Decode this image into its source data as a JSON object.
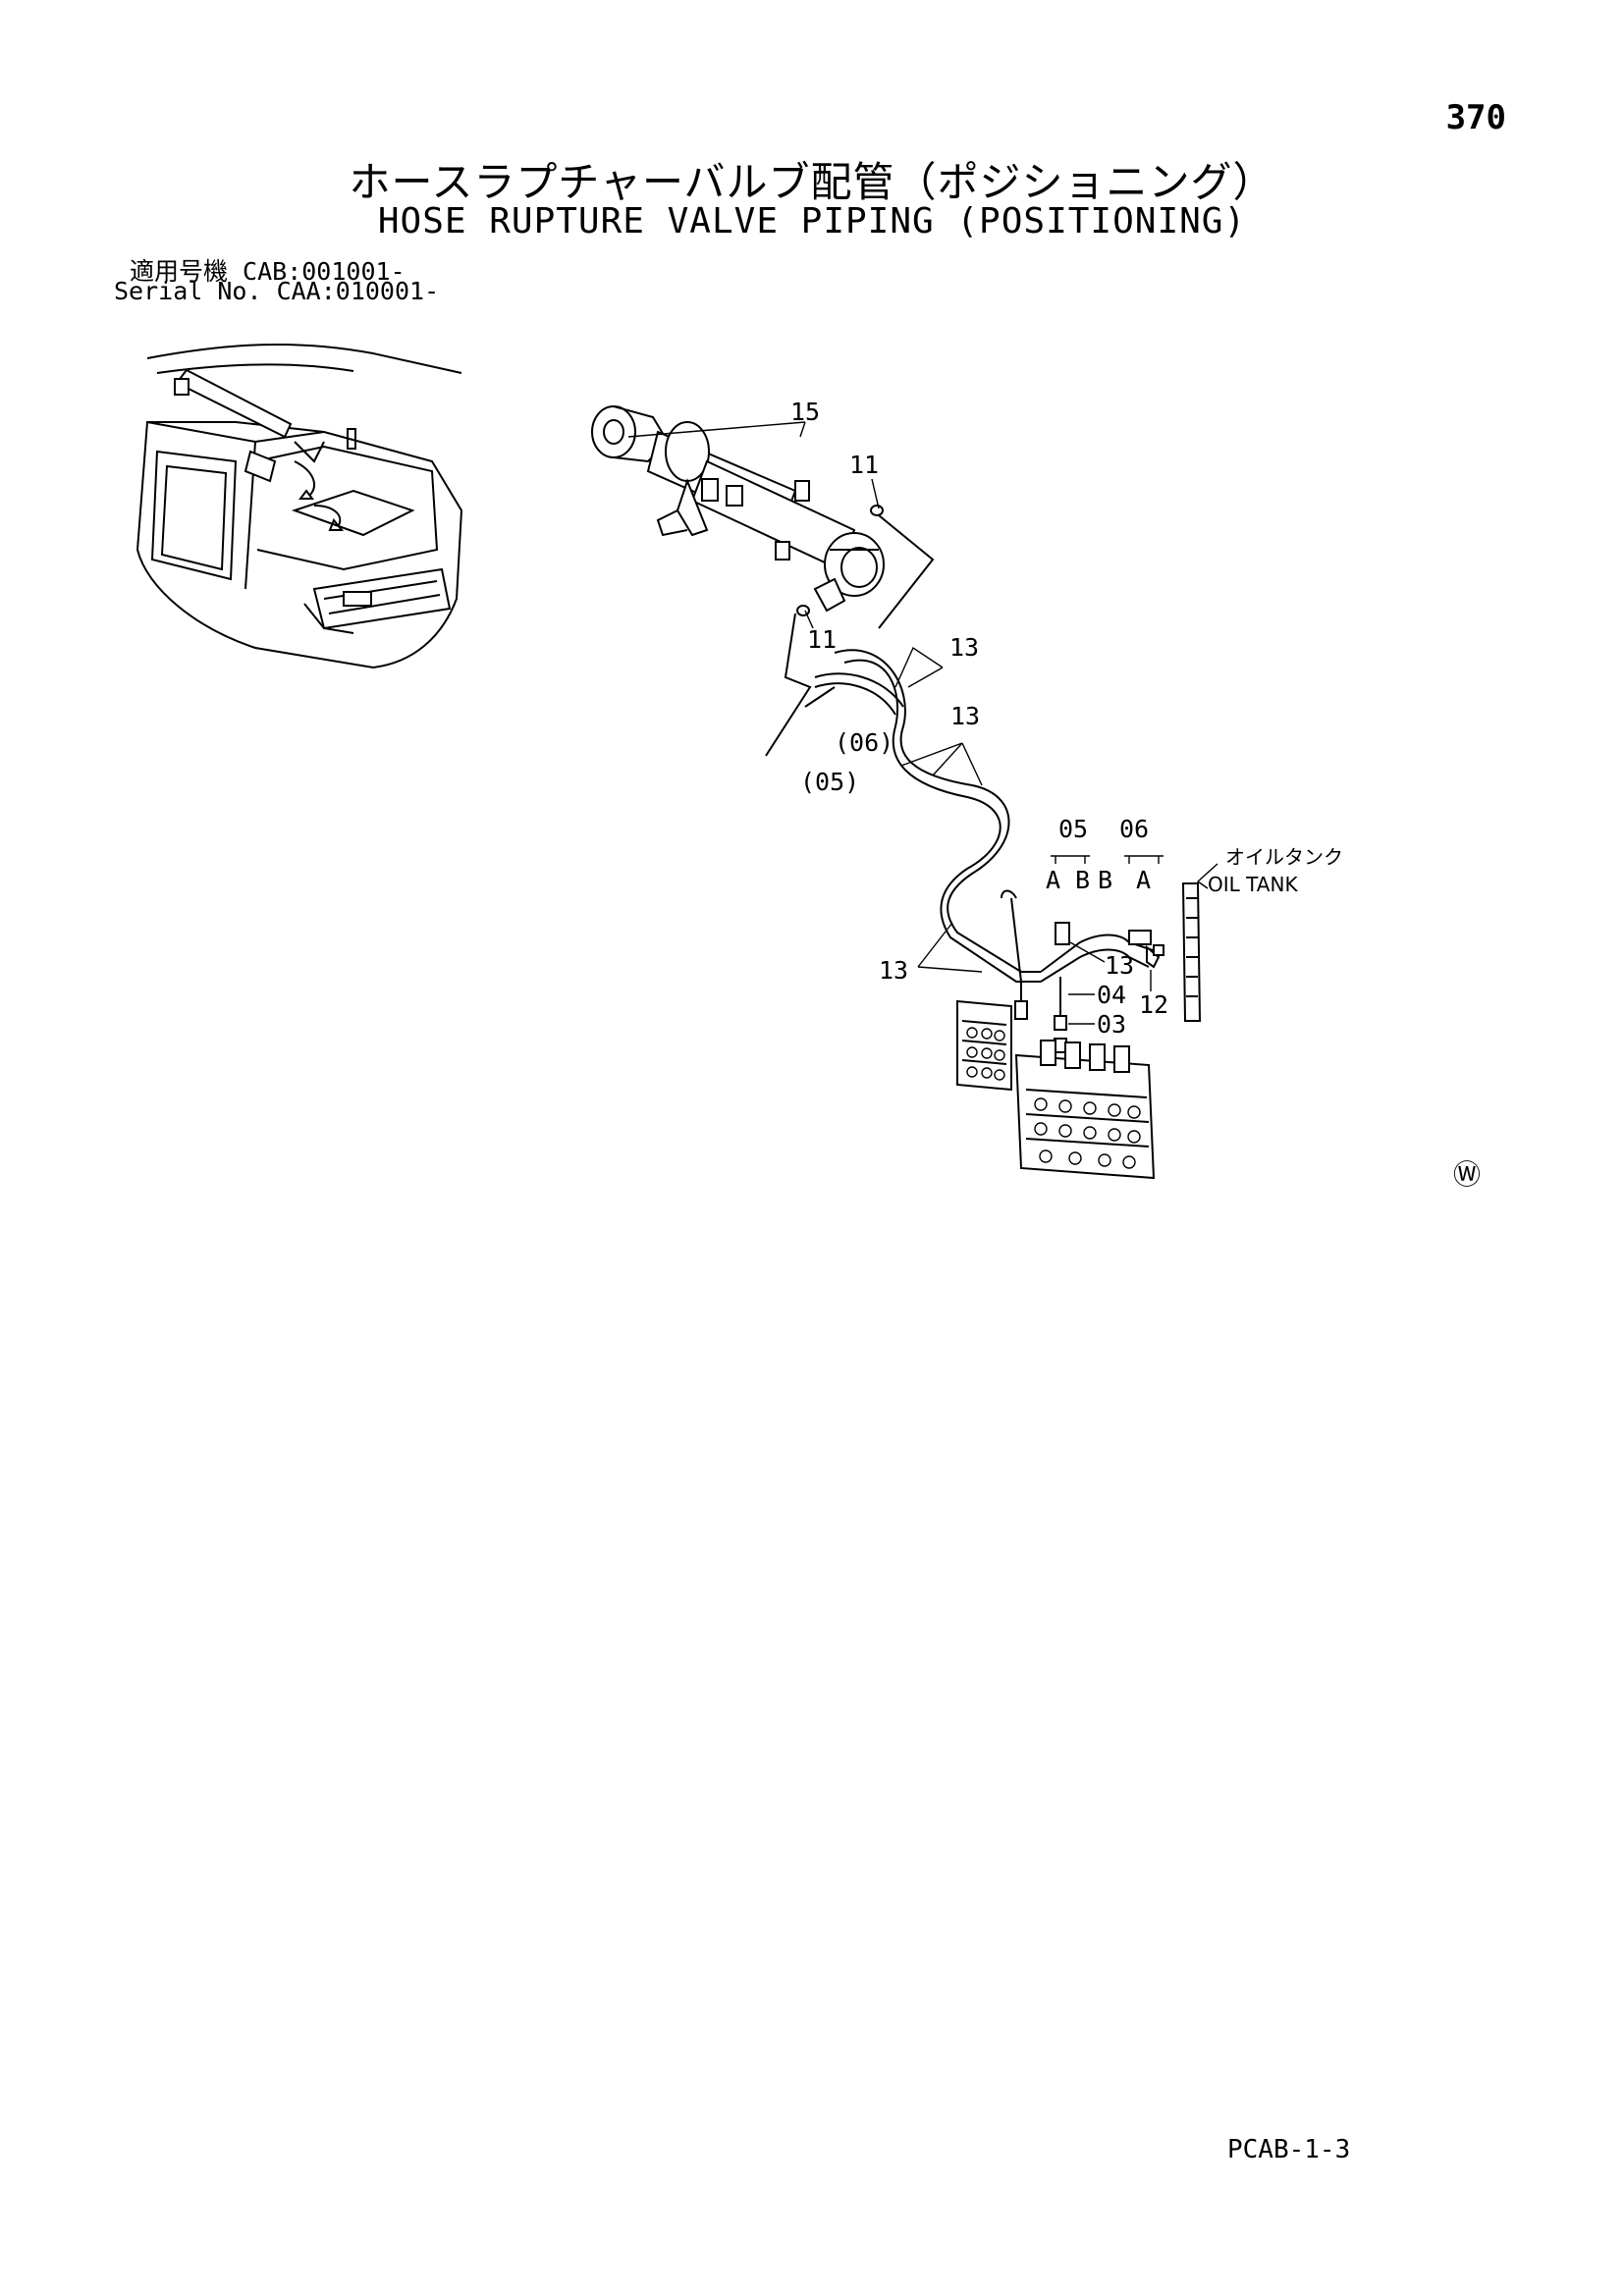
{
  "page": {
    "number": "370",
    "title_jp": "ホースラプチャーバルブ配管（ポジショニング）",
    "title_en": "HOSE RUPTURE VALVE PIPING (POSITIONING)",
    "serial_line_1": "適用号機  CAB:001001-",
    "serial_line_2": "Serial No. CAA:010001-",
    "doc_code": "PCAB-1-3",
    "mark": "Ⓦ"
  },
  "callouts": {
    "c15": "15",
    "c11_top": "11",
    "c11_bottom": "11",
    "c13_a": "13",
    "c13_b": "13",
    "c13_c": "13",
    "c13_d": "13",
    "c06_paren": "(06)",
    "c05_paren": "(05)",
    "c05": "05",
    "c06": "06",
    "port_a1": "A",
    "port_b1": "B",
    "port_b2": "B",
    "port_a2": "A",
    "c04": "04",
    "c03": "03",
    "c12": "12",
    "oil_tank_jp": "オイルタンク",
    "oil_tank_en": "OIL TANK"
  }
}
